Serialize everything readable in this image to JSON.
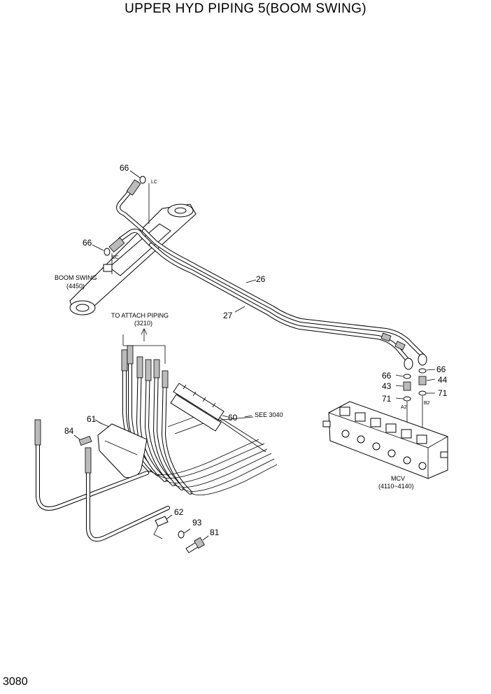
{
  "title": "UPPER HYD PIPING 5(BOOM SWING)",
  "page_number": "3080",
  "annotations": {
    "boom_swing": "BOOM SWING",
    "boom_swing_ref": "(4450)",
    "to_attach_piping": "TO ATTACH PIPING",
    "to_attach_piping_ref": "(3210)",
    "see_3040": "SEE 3040",
    "mcv": "MCV",
    "mcv_ref": "(4110~4140)",
    "port_lc": "LC",
    "port_sc": "SC",
    "port_a2": "A2",
    "port_b2": "B2"
  },
  "part_numbers": {
    "p66_top": "66",
    "p66_left": "66",
    "p26": "26",
    "p27": "27",
    "p66_mcv_left": "66",
    "p66_mcv_right": "66",
    "p43": "43",
    "p44": "44",
    "p71_left": "71",
    "p71_right": "71",
    "p61": "61",
    "p84": "84",
    "p60": "60",
    "p62": "62",
    "p93": "93",
    "p81": "81"
  }
}
